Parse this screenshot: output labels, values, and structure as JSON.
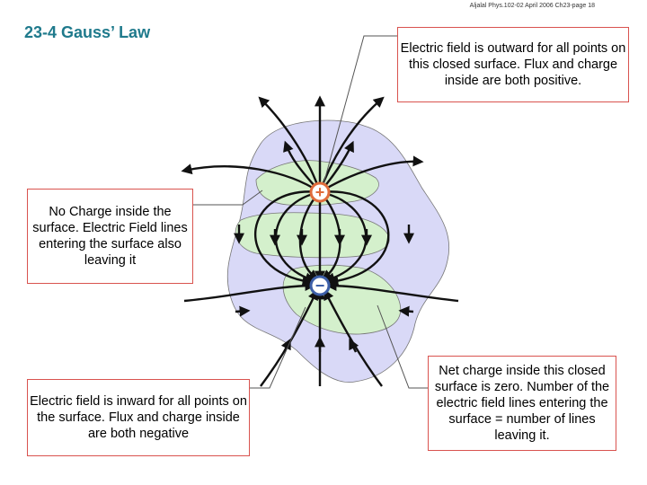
{
  "header_note": "Aljalal Phys.102-02 April 2006 Ch23-page 18",
  "title": "23-4 Gauss’ Law",
  "charges": {
    "positive_symbol": "+",
    "negative_symbol": "−"
  },
  "callouts": {
    "top_right": "Electric field is outward for all points on this closed surface. Flux and charge inside are both positive.",
    "mid_left": "No Charge inside the surface. Electric Field lines entering the surface also leaving it",
    "bottom_left": "Electric field is inward for all points on the surface. Flux and charge inside are both negative",
    "bottom_right": "Net charge inside this closed surface is zero. Number of the electric field lines entering the surface = number of lines leaving it."
  },
  "colors": {
    "outer_surface": "#d9d9f7",
    "inner_surface": "#d4f0cc",
    "field_lines": "#111111",
    "callout_border": "#d9534f",
    "title": "#1f7a8c",
    "positive_charge": "#e06c3b",
    "negative_charge": "#3d5fa8"
  }
}
